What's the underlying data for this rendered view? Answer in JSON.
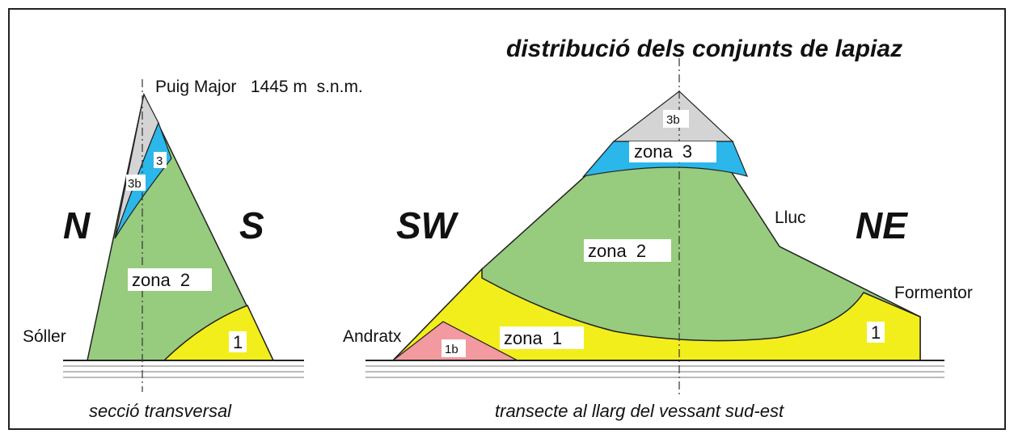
{
  "title": "distribució dels conjunts de lapiaz",
  "left_profile": {
    "orientation_left": "N",
    "orientation_right": "S",
    "peak_label": "Puig Major   1445 m  s.n.m.",
    "place": "Sóller",
    "zone_2": "zona  2",
    "zone_1": "1",
    "zone_3": "3",
    "zone_3b": "3b",
    "caption": "secció transversal"
  },
  "right_profile": {
    "orientation_left": "SW",
    "orientation_right": "NE",
    "place_andratx": "Andratx",
    "place_lluc": "Lluc",
    "place_formentor": "Formentor",
    "zone_3b": "3b",
    "zone_3": "zona  3",
    "zone_2": "zona  2",
    "zone_1": "zona  1",
    "zone_1_right": "1",
    "zone_1b": "1b",
    "caption": "transecte al llarg del vessant sud-est"
  },
  "colors": {
    "zone_2": "#97cb7e",
    "zone_1": "#f2ee1c",
    "zone_3": "#2bb7ea",
    "zone_3b": "#d4d4d4",
    "zone_1b": "#f29aa0",
    "outline": "#222222"
  }
}
